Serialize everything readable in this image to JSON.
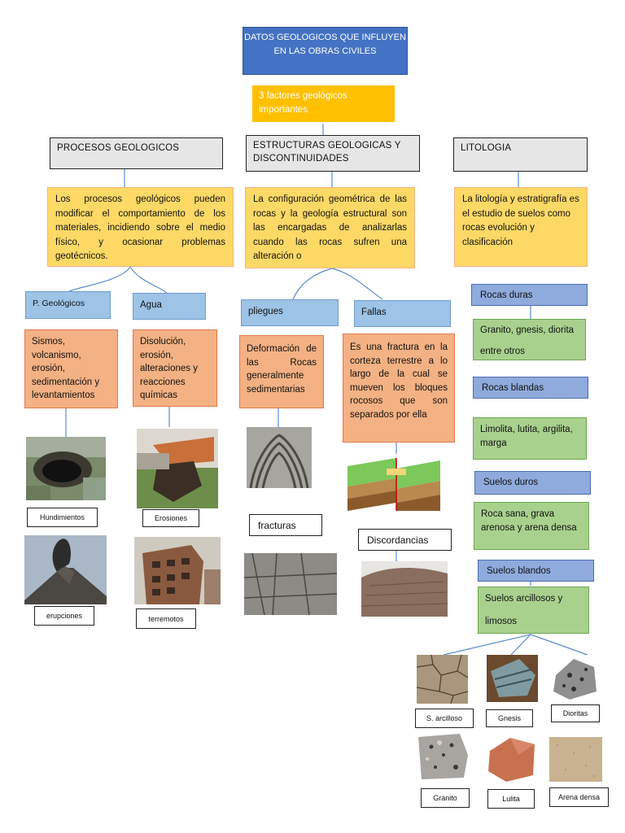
{
  "title": "DATOS GEOLOGICOS QUE INFLUYEN EN LAS OBRAS CIVILES",
  "factors": "3 factores geológicos importantes",
  "categories": {
    "procesos": "PROCESOS GEOLOGICOS",
    "estructuras": "ESTRUCTURAS GEOLOGICAS Y DISCONTINUIDADES",
    "litologia": "LITOLOGIA"
  },
  "descriptions": {
    "procesos": "Los procesos geológicos pueden modificar el comportamiento de los materiales, incidiendo sobre el medio físico, y ocasionar problemas geotécnicos.",
    "estructuras": "La configuración geométrica de las rocas y la geología estructural son las encargadas de analizarlas cuando las rocas sufren una alteración o",
    "litologia": "La litología y estratigrafía es el estudio de suelos como rocas evolución y clasificación"
  },
  "procesos": {
    "p_geologicos": "P. Geológicos",
    "agua": "Agua",
    "p_geologicos_desc": "Sismos, volcanismo, erosión, sedimentación y levantamientos",
    "agua_desc": "Disolución, erosión, alteraciones y reacciones químicas",
    "photo_labels": {
      "hundimientos": "Hundimientos",
      "erosiones": "Erosiones",
      "erupciones": "erupciones",
      "terremotos": "terremotos"
    }
  },
  "estructuras": {
    "pliegues": "pliegues",
    "fallas": "Fallas",
    "pliegues_desc": "Deformación de las Rocas generalmente sedimentarias",
    "fallas_desc": "Es una fractura en la corteza terrestre a lo largo de la cual se mueven los bloques rocosos que son separados por ella",
    "fracturas": "fracturas",
    "discordancias": "Discordancias"
  },
  "litologia": {
    "rocas_duras": "Rocas duras",
    "rocas_duras_desc": "Granito, gnesis, diorita entre otros",
    "rocas_blandas": "Rocas blandas",
    "rocas_blandas_desc": "Limolita, lutita, argilita, marga",
    "suelos_duros": "Suelos duros",
    "suelos_duros_desc": "Roca sana, grava arenosa y arena densa",
    "suelos_blandos": "Suelos blandos",
    "suelos_blandos_desc": "Suelos arcillosos y limosos",
    "samples": {
      "arcilloso": "S. arcilloso",
      "gnesis": "Gnesis",
      "dioritas": "Dioritas",
      "granito": "Granito",
      "lulita": "Lulita",
      "arena": "Arena densa"
    }
  }
}
